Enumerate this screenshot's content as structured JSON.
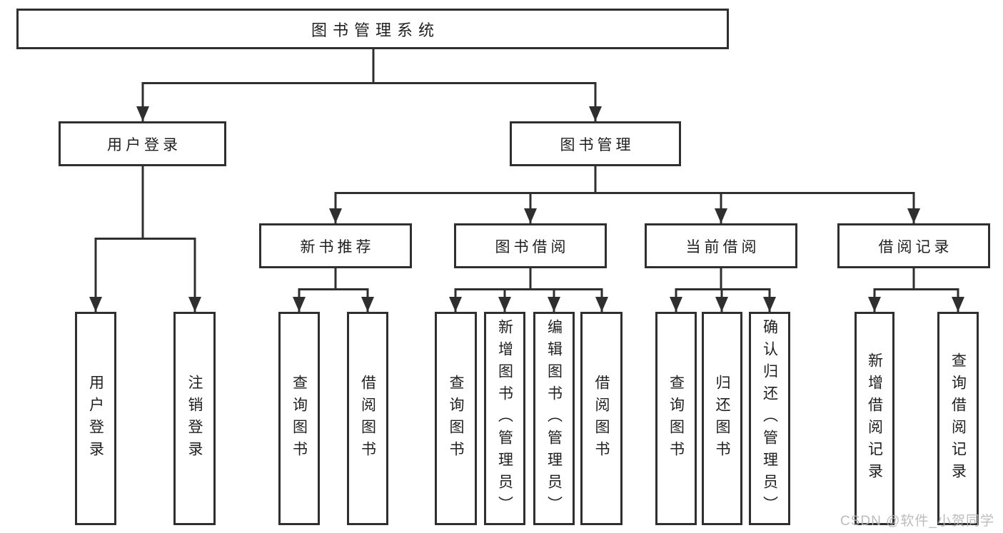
{
  "watermark": "CSDN @软件_小贺同学",
  "colors": {
    "line": "#2f2f2f",
    "text": "#1f1f1f",
    "watermark": "#b5b5b5",
    "background": "#ffffff"
  },
  "tree": {
    "root": {
      "label": "图书管理系统"
    },
    "level2": [
      {
        "label": "用户登录"
      },
      {
        "label": "图书管理"
      }
    ],
    "level3": [
      {
        "label": "新书推荐"
      },
      {
        "label": "图书借阅"
      },
      {
        "label": "当前借阅"
      },
      {
        "label": "借阅记录"
      }
    ],
    "level4": {
      "user_login": [
        {
          "label": "用户登录"
        },
        {
          "label": "注销登录"
        }
      ],
      "new_book": [
        {
          "label": "查询图书"
        },
        {
          "label": "借阅图书"
        }
      ],
      "book_borrow": [
        {
          "label": "查询图书"
        },
        {
          "label": "新增图书（管理员）"
        },
        {
          "label": "编辑图书（管理员）"
        },
        {
          "label": "借阅图书"
        }
      ],
      "current_borrow": [
        {
          "label": "查询图书"
        },
        {
          "label": "归还图书"
        },
        {
          "label": "确认归还（管理员）"
        }
      ],
      "borrow_record": [
        {
          "label": "新增借阅记录"
        },
        {
          "label": "查询借阅记录"
        }
      ]
    }
  }
}
